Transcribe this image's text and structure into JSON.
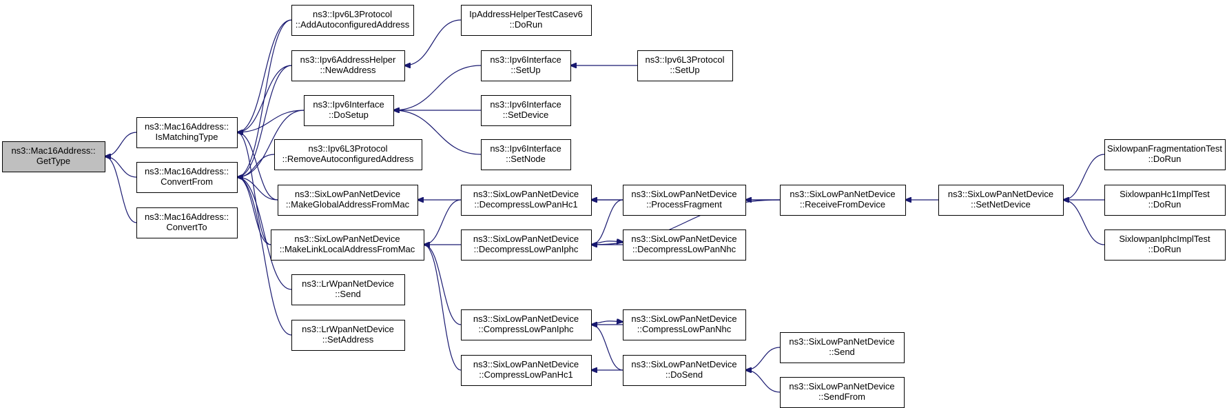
{
  "colors": {
    "edge": "#191970",
    "current_fill": "#bfbfbf",
    "node_fill": "#ffffff",
    "border": "#000000"
  },
  "nodes": [
    {
      "id": "gettype",
      "name": "node-mac16-gettype",
      "lines": [
        "ns3::Mac16Address::",
        "GetType"
      ],
      "current": true
    },
    {
      "id": "ismatching",
      "name": "node-mac16-ismatchingtype",
      "lines": [
        "ns3::Mac16Address::",
        "IsMatchingType"
      ]
    },
    {
      "id": "convertfrom",
      "name": "node-mac16-convertfrom",
      "lines": [
        "ns3::Mac16Address::",
        "ConvertFrom"
      ]
    },
    {
      "id": "convertto",
      "name": "node-mac16-convertto",
      "lines": [
        "ns3::Mac16Address::",
        "ConvertTo"
      ]
    },
    {
      "id": "addauto",
      "name": "node-ipv6l3-addautoconfigured",
      "lines": [
        "ns3::Ipv6L3Protocol",
        "::AddAutoconfiguredAddress"
      ]
    },
    {
      "id": "newaddress",
      "name": "node-ipv6addresshelper-newaddress",
      "lines": [
        "ns3::Ipv6AddressHelper",
        "::NewAddress"
      ]
    },
    {
      "id": "dosetup",
      "name": "node-ipv6interface-dosetup",
      "lines": [
        "ns3::Ipv6Interface",
        "::DoSetup"
      ]
    },
    {
      "id": "removeauto",
      "name": "node-ipv6l3-removeautoconfigured",
      "lines": [
        "ns3::Ipv6L3Protocol",
        "::RemoveAutoconfiguredAddress"
      ]
    },
    {
      "id": "makeglobal",
      "name": "node-sixlowpan-makeglobaladdress",
      "lines": [
        "ns3::SixLowPanNetDevice",
        "::MakeGlobalAddressFromMac"
      ]
    },
    {
      "id": "makelinklocal",
      "name": "node-sixlowpan-makelinklocal",
      "lines": [
        "ns3::SixLowPanNetDevice",
        "::MakeLinkLocalAddressFromMac"
      ]
    },
    {
      "id": "lrsend",
      "name": "node-lrwpan-send",
      "lines": [
        "ns3::LrWpanNetDevice",
        "::Send"
      ]
    },
    {
      "id": "lrsetaddress",
      "name": "node-lrwpan-setaddress",
      "lines": [
        "ns3::LrWpanNetDevice",
        "::SetAddress"
      ]
    },
    {
      "id": "iphelpertest",
      "name": "node-ipaddresshelpertest-dorun",
      "lines": [
        "IpAddressHelperTestCasev6",
        "::DoRun"
      ]
    },
    {
      "id": "ifsetup",
      "name": "node-ipv6interface-setup",
      "lines": [
        "ns3::Ipv6Interface",
        "::SetUp"
      ]
    },
    {
      "id": "ifsetdevice",
      "name": "node-ipv6interface-setdevice",
      "lines": [
        "ns3::Ipv6Interface",
        "::SetDevice"
      ]
    },
    {
      "id": "ifsetnode",
      "name": "node-ipv6interface-setnode",
      "lines": [
        "ns3::Ipv6Interface",
        "::SetNode"
      ]
    },
    {
      "id": "l3setup",
      "name": "node-ipv6l3-setup",
      "lines": [
        "ns3::Ipv6L3Protocol",
        "::SetUp"
      ]
    },
    {
      "id": "dechc1",
      "name": "node-sixlowpan-decompresshc1",
      "lines": [
        "ns3::SixLowPanNetDevice",
        "::DecompressLowPanHc1"
      ]
    },
    {
      "id": "deciphc",
      "name": "node-sixlowpan-decompressiphc",
      "lines": [
        "ns3::SixLowPanNetDevice",
        "::DecompressLowPanIphc"
      ]
    },
    {
      "id": "compiphc",
      "name": "node-sixlowpan-compressiphc",
      "lines": [
        "ns3::SixLowPanNetDevice",
        "::CompressLowPanIphc"
      ]
    },
    {
      "id": "comphc1",
      "name": "node-sixlowpan-compresshc1",
      "lines": [
        "ns3::SixLowPanNetDevice",
        "::CompressLowPanHc1"
      ]
    },
    {
      "id": "procfrag",
      "name": "node-sixlowpan-processfragment",
      "lines": [
        "ns3::SixLowPanNetDevice",
        "::ProcessFragment"
      ]
    },
    {
      "id": "decnhc",
      "name": "node-sixlowpan-decompressnhc",
      "lines": [
        "ns3::SixLowPanNetDevice",
        "::DecompressLowPanNhc"
      ]
    },
    {
      "id": "compnhc",
      "name": "node-sixlowpan-compressnhc",
      "lines": [
        "ns3::SixLowPanNetDevice",
        "::CompressLowPanNhc"
      ]
    },
    {
      "id": "dosend",
      "name": "node-sixlowpan-dosend",
      "lines": [
        "ns3::SixLowPanNetDevice",
        "::DoSend"
      ]
    },
    {
      "id": "recvfromdev",
      "name": "node-sixlowpan-receivefromdevice",
      "lines": [
        "ns3::SixLowPanNetDevice",
        "::ReceiveFromDevice"
      ]
    },
    {
      "id": "send",
      "name": "node-sixlowpan-send",
      "lines": [
        "ns3::SixLowPanNetDevice",
        "::Send"
      ]
    },
    {
      "id": "sendfrom",
      "name": "node-sixlowpan-sendfrom",
      "lines": [
        "ns3::SixLowPanNetDevice",
        "::SendFrom"
      ]
    },
    {
      "id": "setnetdevice",
      "name": "node-sixlowpan-setnetdevice",
      "lines": [
        "ns3::SixLowPanNetDevice",
        "::SetNetDevice"
      ]
    },
    {
      "id": "fragtest",
      "name": "node-sixlowpanfragmentationtest-dorun",
      "lines": [
        "SixlowpanFragmentationTest",
        "::DoRun"
      ]
    },
    {
      "id": "hc1test",
      "name": "node-sixlowpanhc1impltest-dorun",
      "lines": [
        "SixlowpanHc1ImplTest",
        "::DoRun"
      ]
    },
    {
      "id": "iphctest",
      "name": "node-sixlowpaniphcimpltest-dorun",
      "lines": [
        "SixlowpanIphcImplTest",
        "::DoRun"
      ]
    }
  ],
  "edges": [
    [
      "ismatching",
      "gettype"
    ],
    [
      "convertfrom",
      "gettype"
    ],
    [
      "convertto",
      "gettype"
    ],
    [
      "addauto",
      "ismatching"
    ],
    [
      "newaddress",
      "ismatching"
    ],
    [
      "dosetup",
      "ismatching"
    ],
    [
      "makeglobal",
      "ismatching"
    ],
    [
      "makelinklocal",
      "ismatching"
    ],
    [
      "addauto",
      "convertfrom"
    ],
    [
      "newaddress",
      "convertfrom"
    ],
    [
      "dosetup",
      "convertfrom"
    ],
    [
      "removeauto",
      "convertfrom"
    ],
    [
      "makeglobal",
      "convertfrom"
    ],
    [
      "makelinklocal",
      "convertfrom"
    ],
    [
      "lrsend",
      "convertfrom"
    ],
    [
      "lrsetaddress",
      "convertfrom"
    ],
    [
      "iphelpertest",
      "newaddress"
    ],
    [
      "ifsetup",
      "dosetup"
    ],
    [
      "ifsetdevice",
      "dosetup"
    ],
    [
      "ifsetnode",
      "dosetup"
    ],
    [
      "l3setup",
      "ifsetup"
    ],
    [
      "dechc1",
      "makeglobal"
    ],
    [
      "dechc1",
      "makelinklocal"
    ],
    [
      "deciphc",
      "makelinklocal"
    ],
    [
      "compiphc",
      "makelinklocal"
    ],
    [
      "comphc1",
      "makelinklocal"
    ],
    [
      "procfrag",
      "dechc1"
    ],
    [
      "recvfromdev",
      "dechc1"
    ],
    [
      "procfrag",
      "deciphc"
    ],
    [
      "decnhc",
      "deciphc"
    ],
    [
      "recvfromdev",
      "deciphc"
    ],
    [
      "deciphc",
      "decnhc"
    ],
    [
      "compnhc",
      "compiphc"
    ],
    [
      "dosend",
      "compiphc"
    ],
    [
      "compiphc",
      "compnhc"
    ],
    [
      "dosend",
      "comphc1"
    ],
    [
      "recvfromdev",
      "procfrag"
    ],
    [
      "send",
      "dosend"
    ],
    [
      "sendfrom",
      "dosend"
    ],
    [
      "setnetdevice",
      "recvfromdev"
    ],
    [
      "fragtest",
      "setnetdevice"
    ],
    [
      "hc1test",
      "setnetdevice"
    ],
    [
      "iphctest",
      "setnetdevice"
    ]
  ]
}
